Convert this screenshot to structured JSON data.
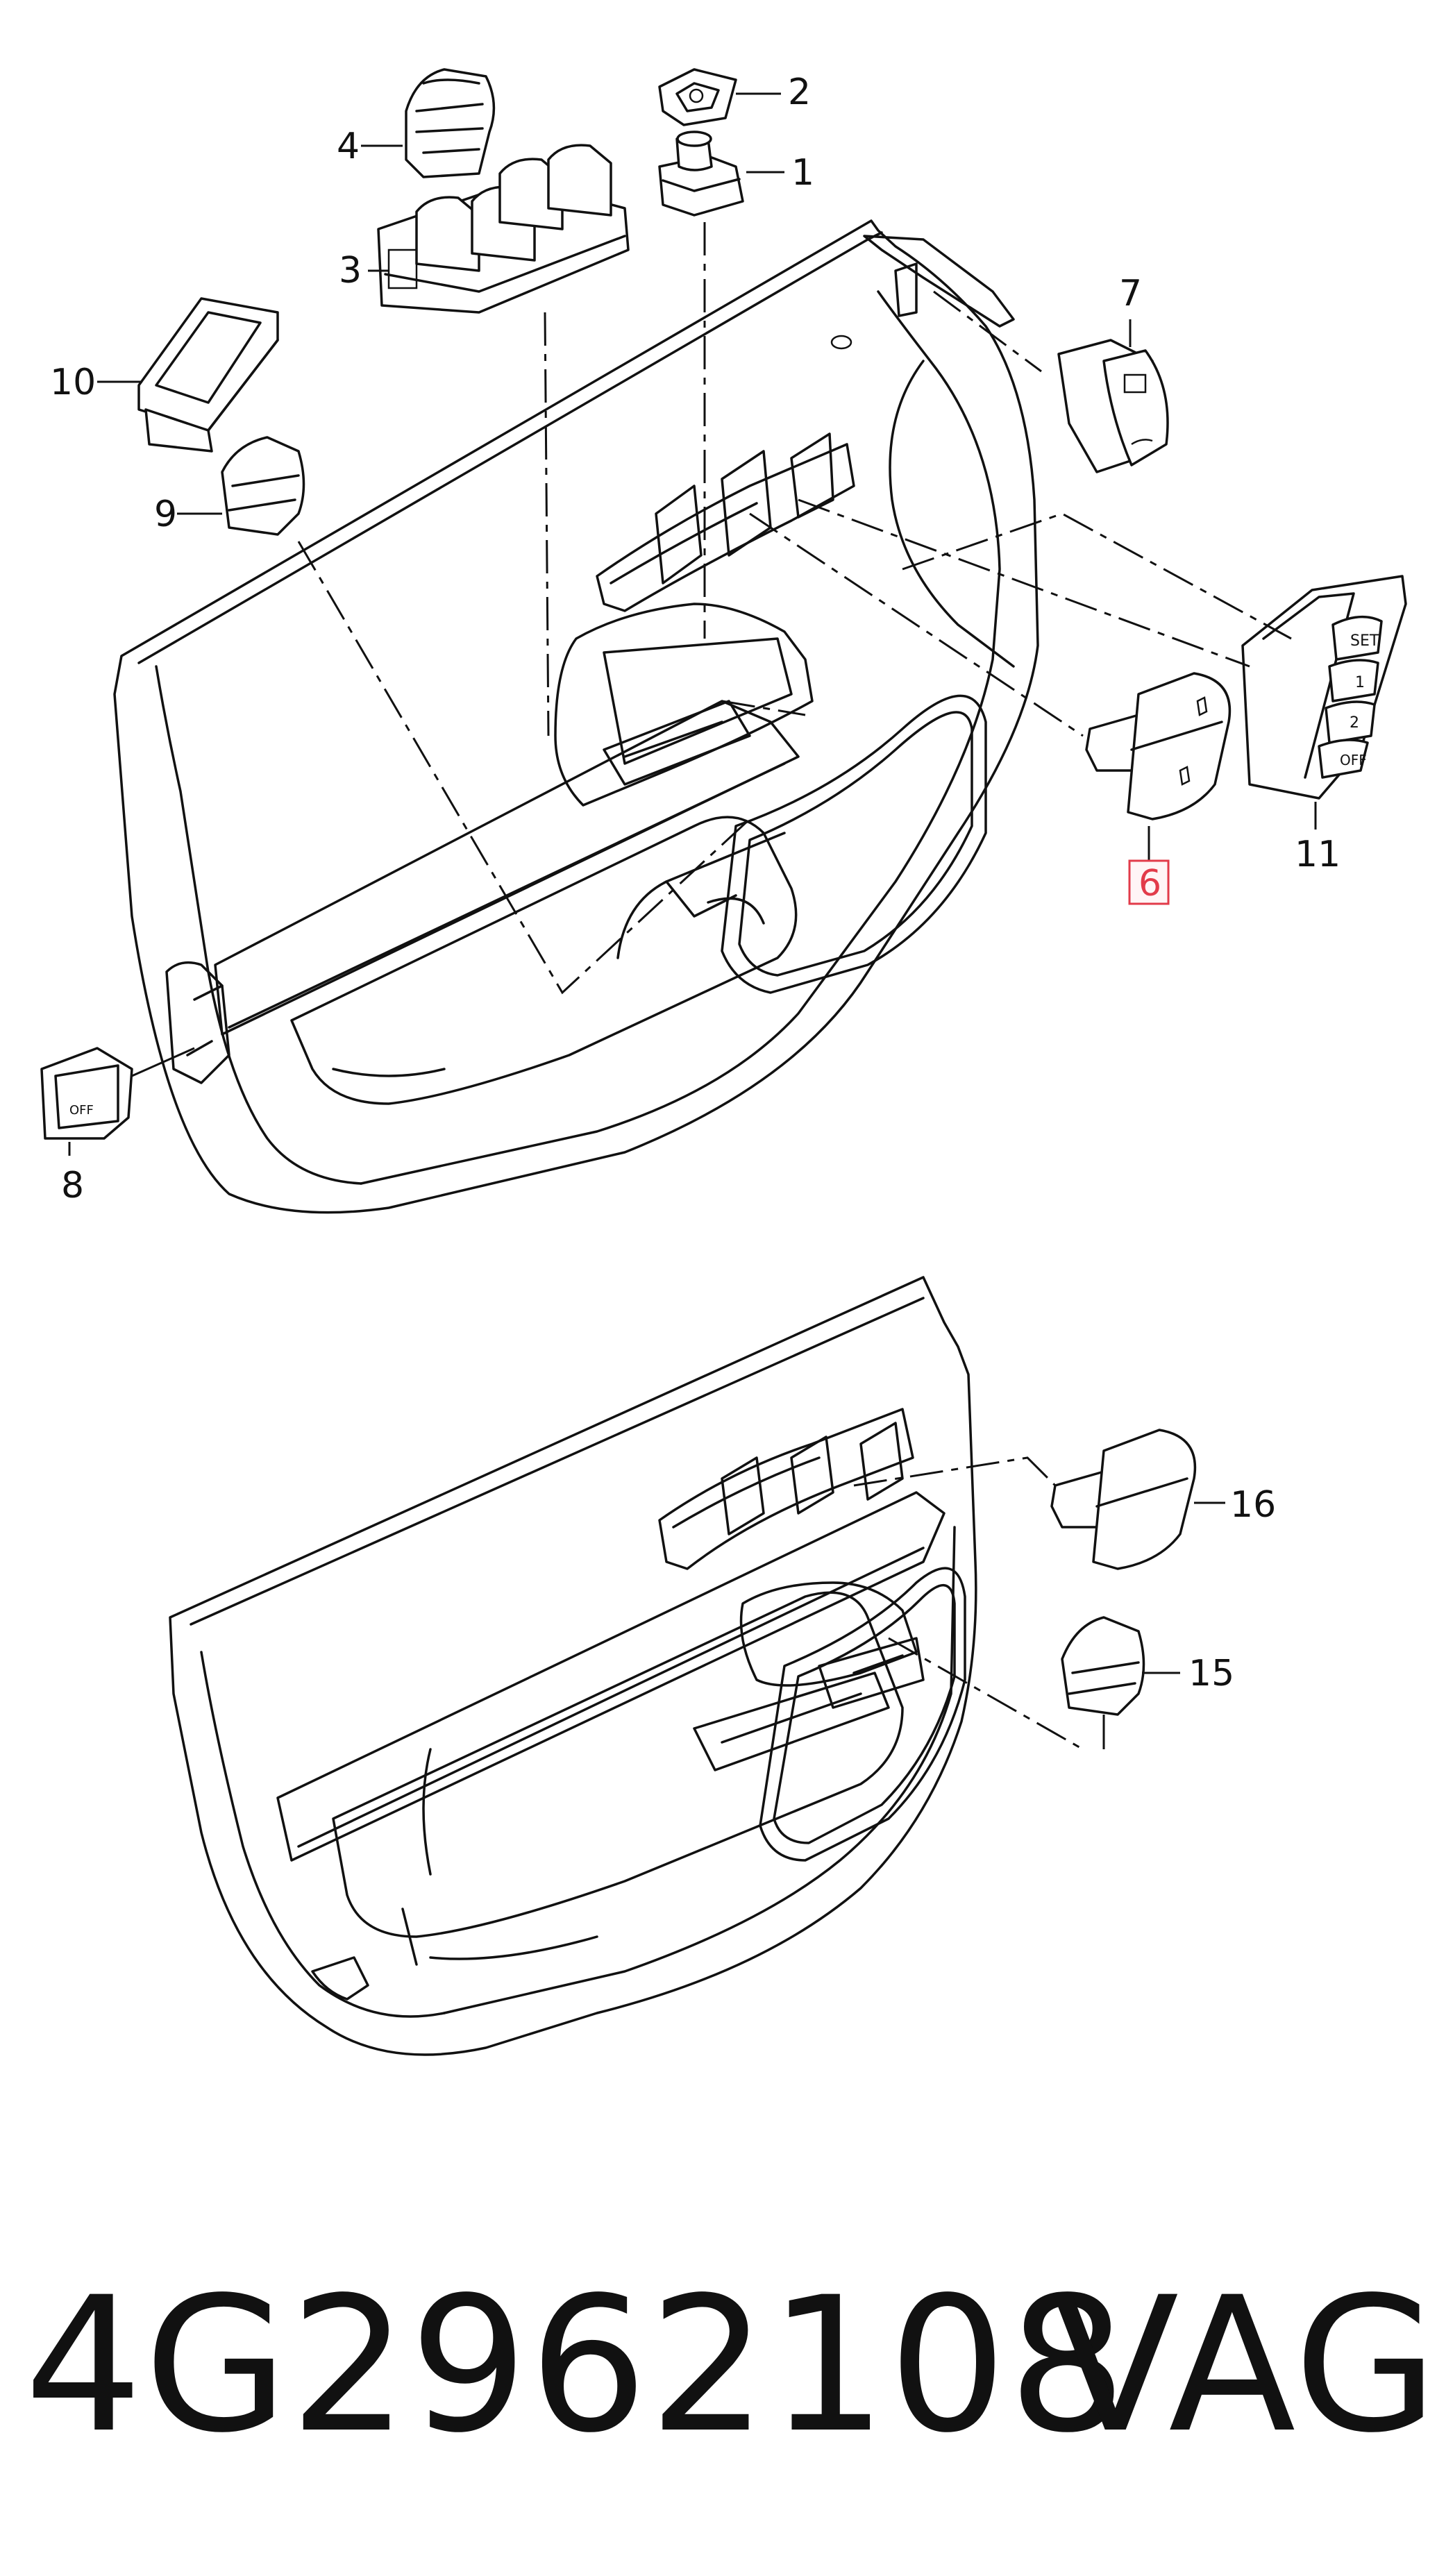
{
  "diagram": {
    "upper_callouts": [
      "1",
      "2",
      "3",
      "4",
      "6",
      "7",
      "8",
      "9",
      "10",
      "11"
    ],
    "lower_callouts": [
      "15",
      "16"
    ],
    "highlighted_callout": "6",
    "highlight_color": "#e23b4a",
    "switch_legends": {
      "cruise_set": "SET",
      "cruise_1": "1",
      "cruise_2": "2",
      "cruise_off": "OFF",
      "switch8_off": "OFF"
    }
  },
  "footer": {
    "part_number": "4G2962108",
    "brand": "VAG"
  }
}
